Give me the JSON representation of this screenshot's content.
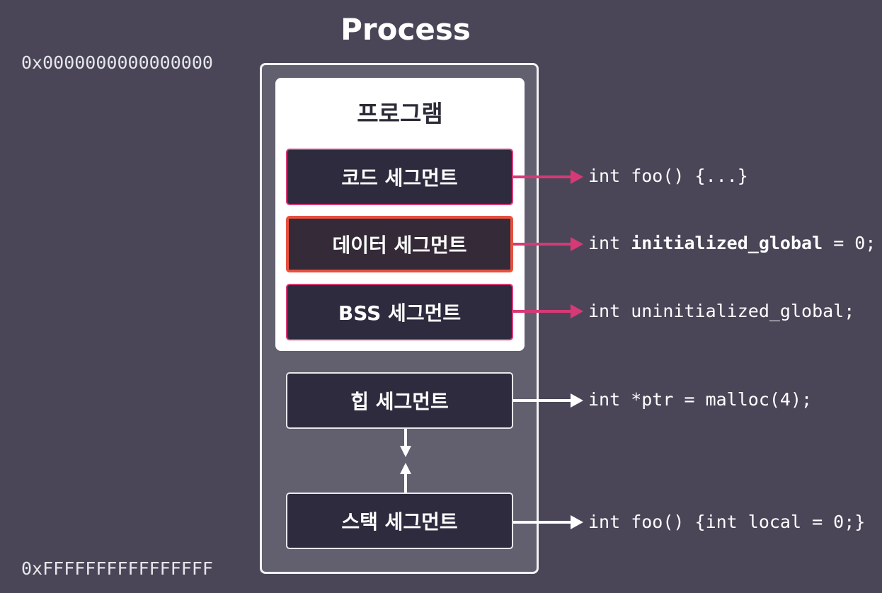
{
  "title": "Process",
  "addresses": {
    "top": "0x0000000000000000",
    "bottom": "0xFFFFFFFFFFFFFFFF"
  },
  "program": {
    "label": "프로그램"
  },
  "segments": {
    "code": "코드 세그먼트",
    "data": "데이터 세그먼트",
    "bss": "BSS 세그먼트",
    "heap": "힙 세그먼트",
    "stack": "스택 세그먼트"
  },
  "examples": {
    "code": "int foo() {...}",
    "data_prefix": "int ",
    "data_bold": "initialized_global",
    "data_suffix": " = 0;",
    "bss": "int uninitialized_global;",
    "heap": "int *ptr = malloc(4);",
    "stack": "int foo() {int local = 0;}"
  },
  "colors": {
    "background": "#4a4658",
    "process_fill": "#625f6f",
    "segment_fill": "#2d2b3d",
    "pink_accent": "#d63a76",
    "red_highlight": "#e8503f",
    "white": "#ffffff"
  }
}
